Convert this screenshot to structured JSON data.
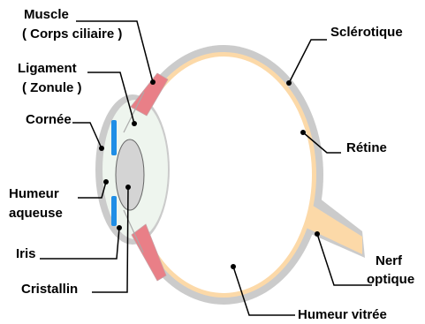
{
  "labels": {
    "muscle_line1": "Muscle",
    "muscle_line2": "( Corps ciliaire )",
    "ligament_line1": "Ligament",
    "ligament_line2": "( Zonule )",
    "cornee": "Cornée",
    "humeur_aqueuse_line1": "Humeur",
    "humeur_aqueuse_line2": "aqueuse",
    "iris": "Iris",
    "cristallin": "Cristallin",
    "sclerotique": "Sclérotique",
    "retine": "Rétine",
    "nerf_line1": "Nerf",
    "nerf_line2": "optique",
    "humeur_vitree": "Humeur vitrée"
  },
  "colors": {
    "sclera": "#cbcbcb",
    "retina": "#fcd9a8",
    "ciliary_muscle": "#e97f87",
    "iris": "#1f8ee6",
    "lens": "#d4d4d4",
    "aqueous": "#eef5ee",
    "leader_line": "#000000"
  }
}
